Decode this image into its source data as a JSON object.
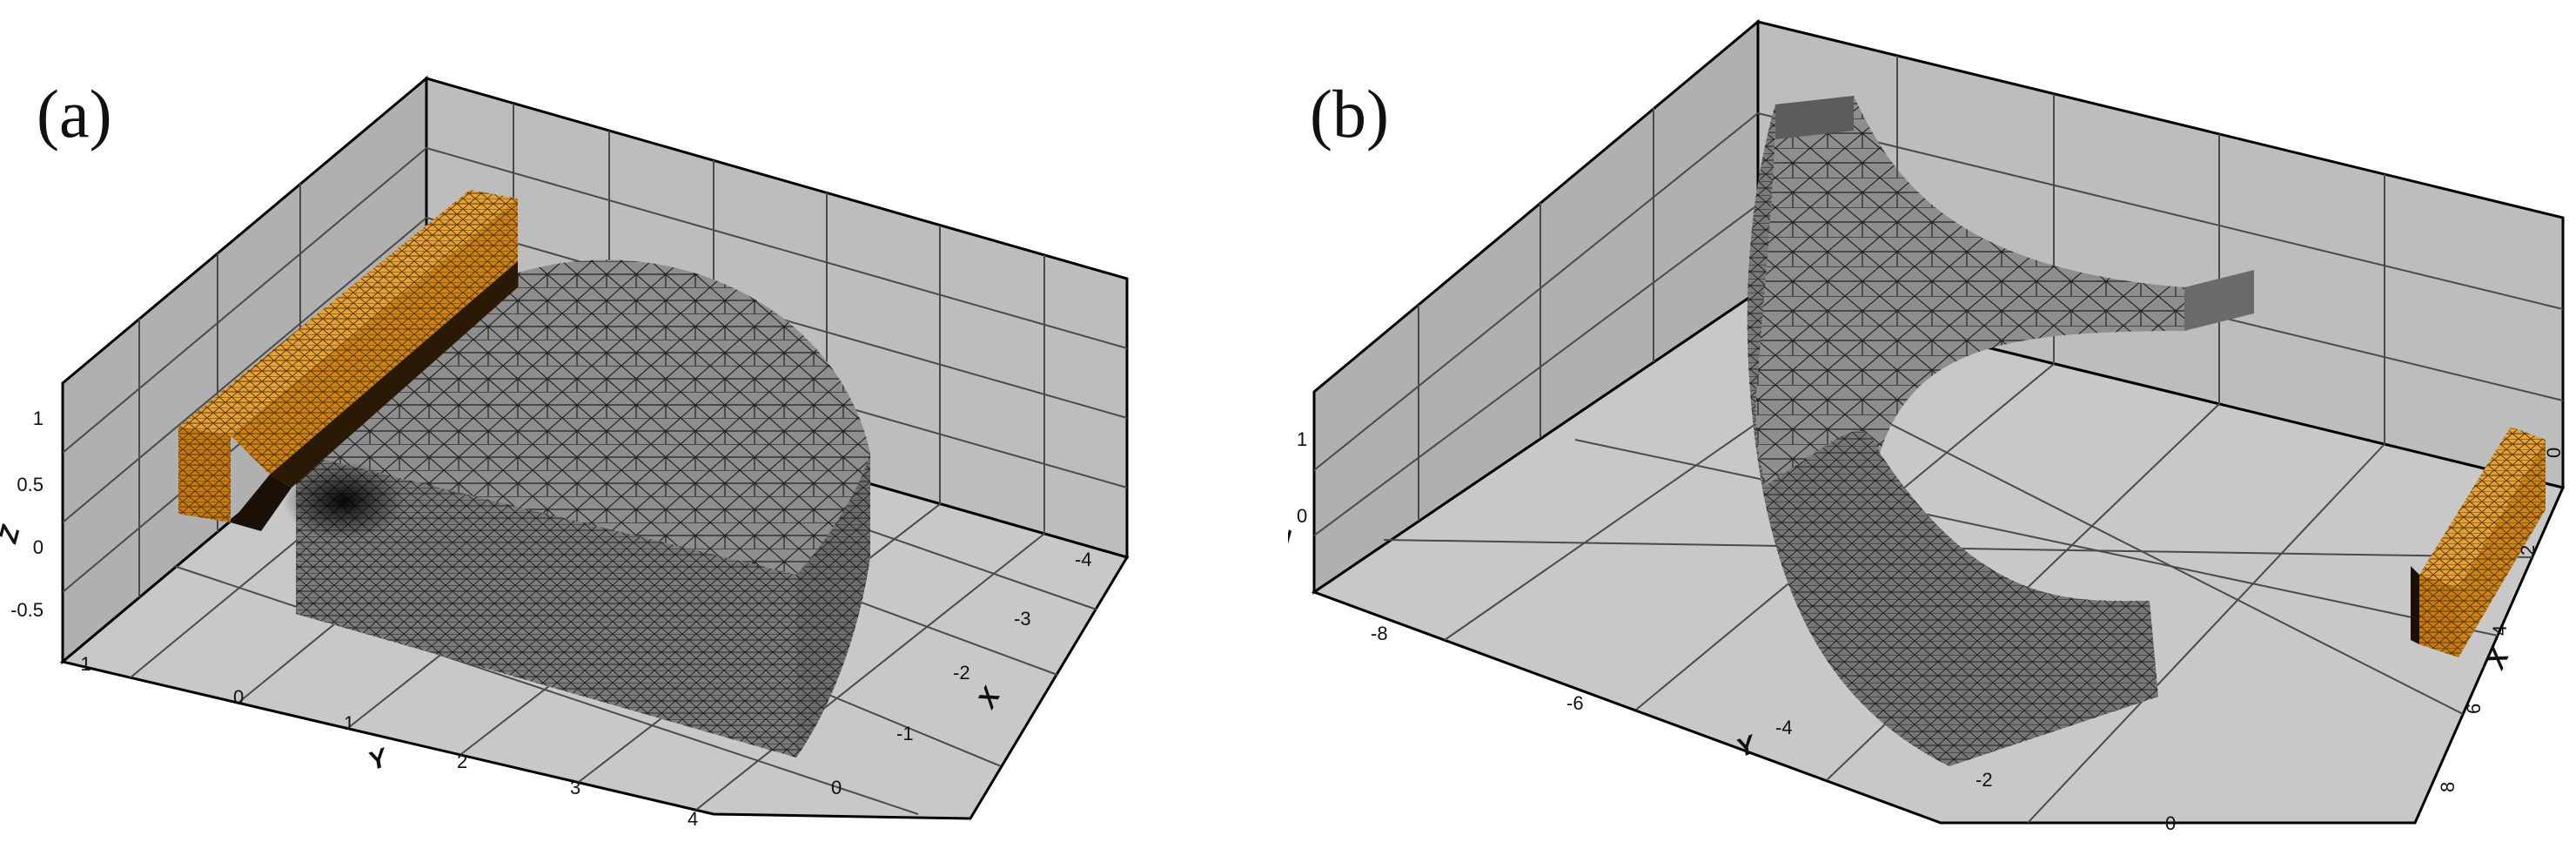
{
  "panels": [
    {
      "label": "(a)",
      "axes": {
        "x": {
          "title": "X",
          "ticks": [
            "0",
            "-1",
            "-2",
            "-3",
            "-4"
          ]
        },
        "y": {
          "title": "Y",
          "ticks": [
            "-1",
            "0",
            "1",
            "2",
            "3",
            "4"
          ]
        },
        "z": {
          "title": "Z",
          "ticks": [
            "1",
            "0.5",
            "0",
            "-0.5"
          ]
        }
      }
    },
    {
      "label": "(b)",
      "axes": {
        "x": {
          "title": "X",
          "ticks": [
            "0",
            "2",
            "4",
            "6",
            "8"
          ]
        },
        "y": {
          "title": "Y",
          "ticks": [
            "-8",
            "-6",
            "-4",
            "-2",
            "0"
          ]
        },
        "z": {
          "title": "Z",
          "ticks": [
            "1",
            "0"
          ]
        }
      }
    }
  ],
  "colors": {
    "mesh_body": "#9a9a9a",
    "mesh_lines": "#1e1e1e",
    "coil": "#d98c1c",
    "box_wall": "#b8b8b8",
    "box_floor": "#c6c6c6",
    "grid": "#5a5a5a"
  }
}
